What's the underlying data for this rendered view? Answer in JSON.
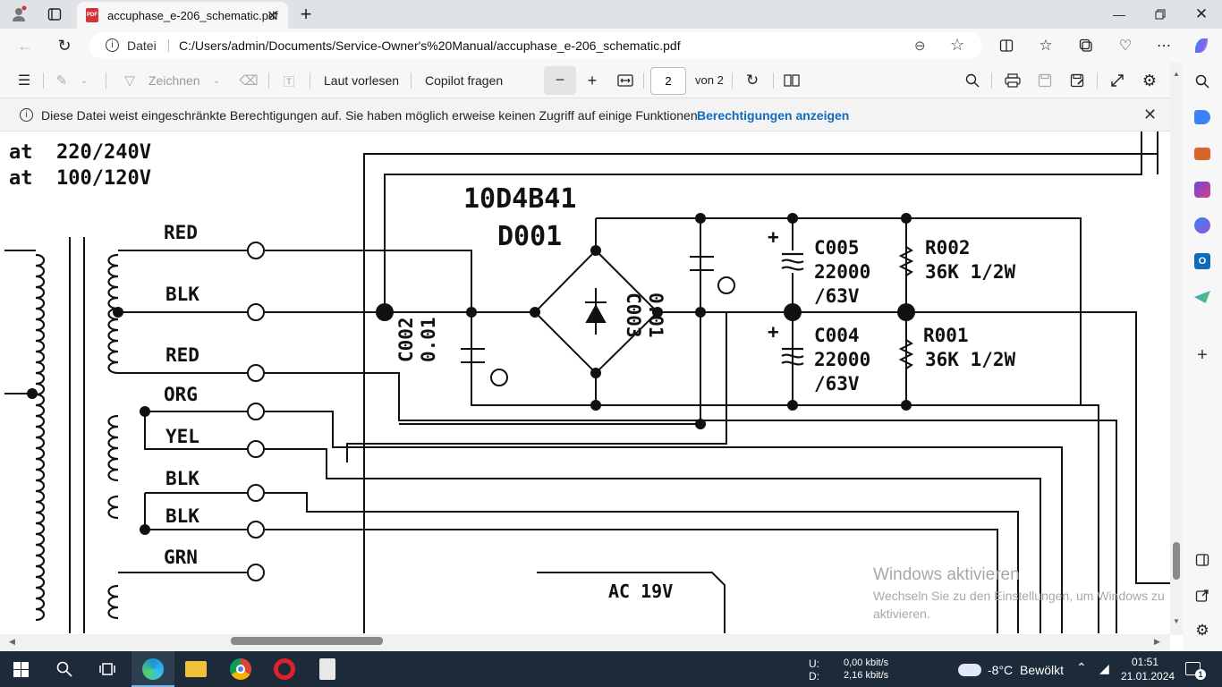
{
  "browser": {
    "tab_title": "accuphase_e-206_schematic.pdf",
    "address_label": "Datei",
    "address_url": "C:/Users/admin/Documents/Service-Owner's%20Manual/accuphase_e-206_schematic.pdf"
  },
  "pdf_toolbar": {
    "draw_label": "Zeichnen",
    "read_aloud_label": "Laut vorlesen",
    "copilot_label": "Copilot fragen",
    "page_input": "2",
    "page_total": "von 2"
  },
  "infobar": {
    "message": "Diese Datei weist eingeschränkte Berechtigungen auf. Sie haben möglich erweise keinen Zugriff auf einige Funktionen.",
    "link": "Berechtigungen anzeigen"
  },
  "schematic": {
    "line1": "at  220/240V",
    "line2": "at  100/120V",
    "wires": [
      "RED",
      "BLK",
      "RED",
      "ORG",
      "YEL",
      "BLK",
      "BLK",
      "GRN"
    ],
    "bridge_part": "10D4B41",
    "bridge_ref": "D001",
    "c002": "C002",
    "c002_val": "0.01",
    "c003": "C003",
    "c003_val": "0.01",
    "c005": "C005",
    "c005_cap": "22000",
    "c005_volt": "/63V",
    "c004": "C004",
    "c004_cap": "22000",
    "c004_volt": "/63V",
    "r002": "R002",
    "r002_val": "36K 1/2W",
    "r001": "R001",
    "r001_val": "36K 1/2W",
    "ac_label": "AC 19V",
    "plus": "+"
  },
  "watermark": {
    "title": "Windows aktivieren",
    "sub1": "Wechseln Sie zu den Einstellungen, um Windows zu",
    "sub2": "aktivieren."
  },
  "taskbar": {
    "net_up_label": "U:",
    "net_down_label": "D:",
    "net_up": "0,00 kbit/s",
    "net_down": "2,16 kbit/s",
    "weather_temp": "-8°C",
    "weather_text": "Bewölkt",
    "time": "01:51",
    "date": "21.01.2024",
    "notif_count": "1"
  },
  "colors": {
    "accent": "#0f6cbd",
    "taskbar": "#1c2a3a",
    "link": "#0f6cbd"
  }
}
